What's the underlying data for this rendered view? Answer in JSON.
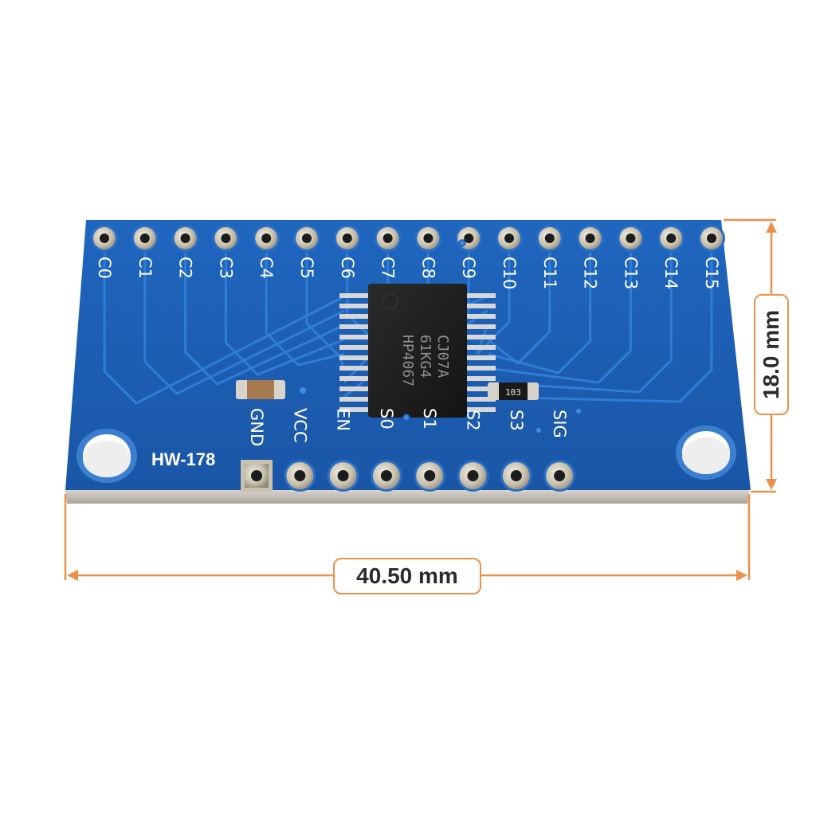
{
  "board": {
    "model_label": "HW-178",
    "top_pins": [
      "C0",
      "C1",
      "C2",
      "C3",
      "C4",
      "C5",
      "C6",
      "C7",
      "C8",
      "C9",
      "C10",
      "C11",
      "C12",
      "C13",
      "C14",
      "C15"
    ],
    "bottom_pins": [
      "GND",
      "VCC",
      "EN",
      "S0",
      "S1",
      "S2",
      "S3",
      "SIG"
    ],
    "chip_marking": [
      "HP4067",
      "61KG4",
      "CJ07A"
    ],
    "resistor_code": "103"
  },
  "dimensions": {
    "width_label": "40.50 mm",
    "height_label": "18.0 mm"
  },
  "colors": {
    "pcb_blue": "#1b5fb5",
    "trace_blue": "#2f7fd8",
    "pad_gold": "#c9c3b4",
    "silk_white": "#ffffff",
    "dimension_orange": "#e9914a",
    "chip_black": "#1d1d1d"
  }
}
